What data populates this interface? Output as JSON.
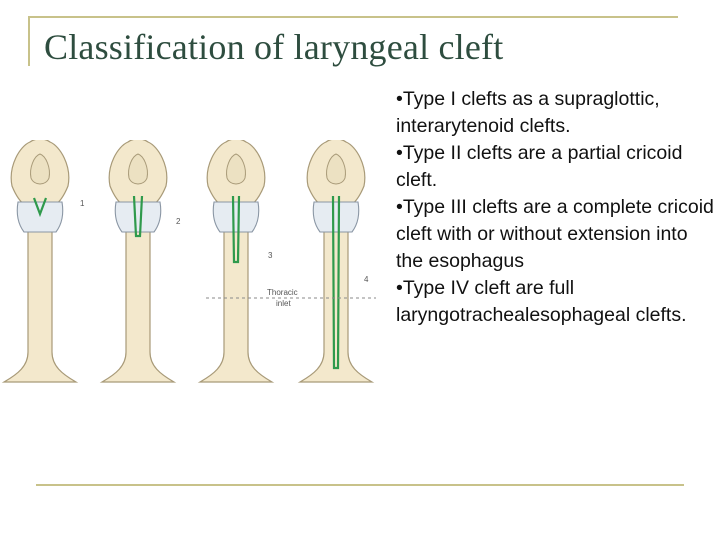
{
  "slide": {
    "title": "Classification of laryngeal cleft",
    "bullets": [
      "•Type I clefts as a supraglottic, interarytenoid clefts.",
      "•Type II clefts are a partial cricoid cleft.",
      "•Type III clefts are a complete cricoid cleft with or without extension into the esophagus",
      "•Type IV cleft are full laryngotrachealesophageal clefts."
    ]
  },
  "diagram": {
    "labels": [
      "1",
      "2",
      "3",
      "4"
    ],
    "thoracic_inlet_line1": "Thoracic",
    "thoracic_inlet_line2": "inlet",
    "colors": {
      "tube": "#f3e8cc",
      "tube_outline": "#a89a78",
      "cartilage": "#e6ecf2",
      "cleft": "#2f9a4c",
      "title": "#2e4d3f",
      "rule": "#c8c28a"
    }
  }
}
